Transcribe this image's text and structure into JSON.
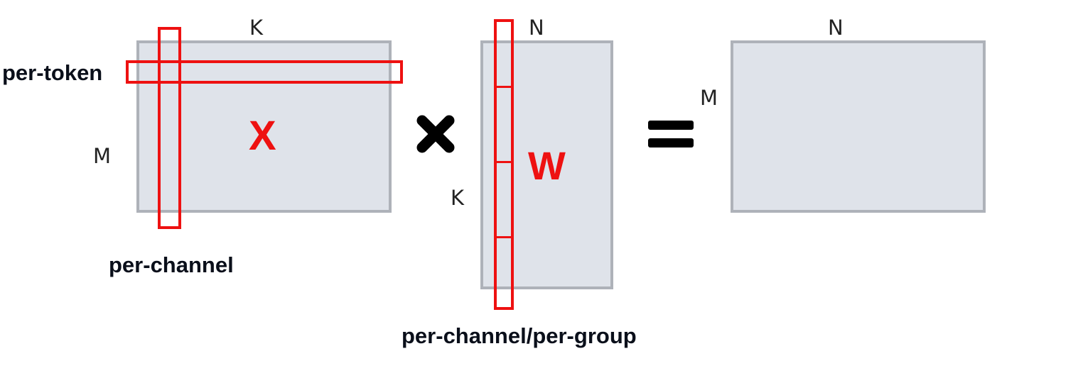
{
  "matrix_x": {
    "label": "X",
    "top_dim": "K",
    "side_dim": "M",
    "row_caption": "per-token",
    "column_caption": "per-channel"
  },
  "operator": {
    "icon": "multiply-icon"
  },
  "matrix_w": {
    "label": "W",
    "top_dim": "N",
    "side_dim": "K",
    "caption": "per-channel/per-group",
    "groups": 4
  },
  "equals": {
    "icon": "equals-icon"
  },
  "matrix_out": {
    "top_dim": "N",
    "side_dim": "M"
  },
  "colors": {
    "matrix_fill": "#dfe3ea",
    "matrix_border": "#aeb2b9",
    "highlight": "#ee1111"
  }
}
